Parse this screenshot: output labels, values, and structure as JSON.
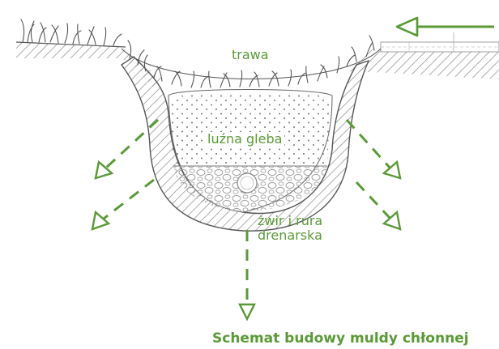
{
  "labels": {
    "grass": "trawa",
    "loose_soil": "luźna gleba",
    "gravel_line1": "żwir i rura",
    "gravel_line2": "drenarska"
  },
  "caption": "Schemat budowy muldy chłonnej",
  "colors": {
    "accent_green": "#5a9a36",
    "outline": "#555555",
    "hatch": "#8a8a8a"
  }
}
